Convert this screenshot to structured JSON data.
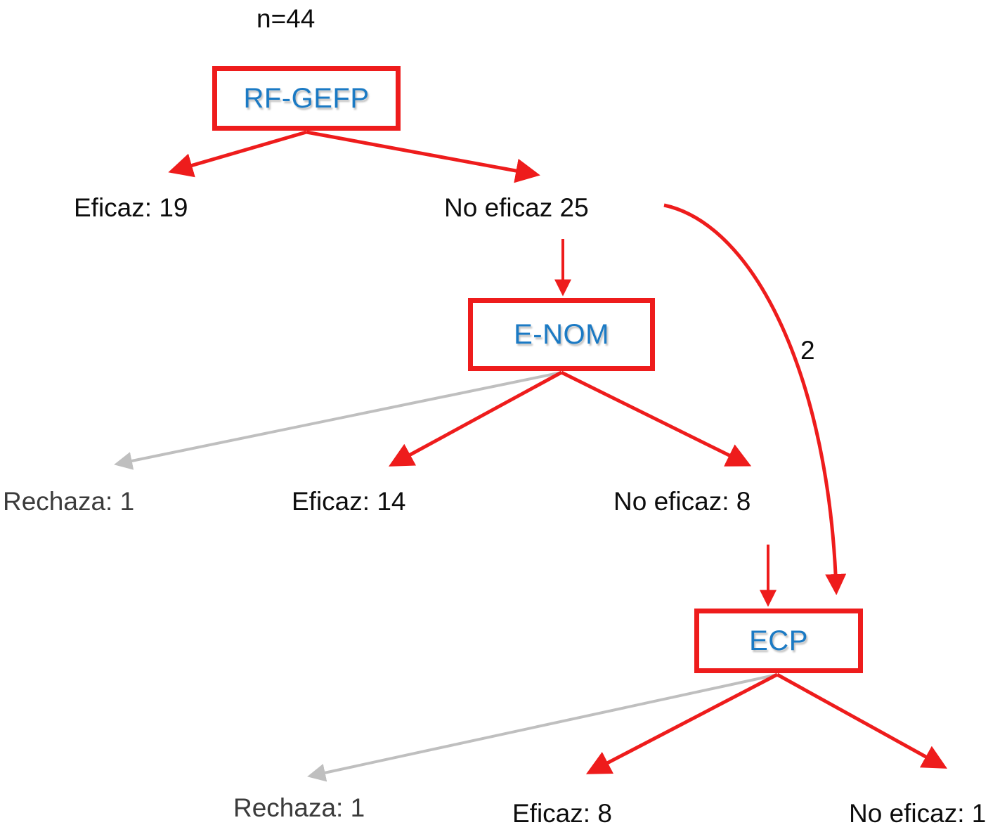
{
  "diagram": {
    "type": "flowchart",
    "title_note": "n=44",
    "colors": {
      "edge_primary": "#EE1C1C",
      "edge_secondary": "#BFBFBF",
      "node_border": "#EE1C1C",
      "node_text": "#1B7AC4",
      "leaf_text": "#0d0d0d",
      "background": "#ffffff"
    },
    "nodes": [
      {
        "id": "rf-gefp",
        "label": "RF-GEFP"
      },
      {
        "id": "e-nom",
        "label": "E-NOM"
      },
      {
        "id": "ecp",
        "label": "ECP"
      }
    ],
    "leaves": [
      {
        "id": "rf-eficaz",
        "label": "Eficaz: 19",
        "tone": "normal"
      },
      {
        "id": "rf-noeficaz",
        "label": "No eficaz 25",
        "tone": "normal"
      },
      {
        "id": "enom-rechaza",
        "label": "Rechaza: 1",
        "tone": "muted"
      },
      {
        "id": "enom-eficaz",
        "label": "Eficaz: 14",
        "tone": "normal"
      },
      {
        "id": "enom-noeficaz",
        "label": "No eficaz: 8",
        "tone": "normal"
      },
      {
        "id": "ecp-rechaza",
        "label": "Rechaza: 1",
        "tone": "muted"
      },
      {
        "id": "ecp-eficaz",
        "label": "Eficaz: 8",
        "tone": "normal"
      },
      {
        "id": "ecp-noeficaz",
        "label": "No eficaz: 1",
        "tone": "normal"
      }
    ],
    "edge_labels": [
      {
        "id": "curved-to-ecp",
        "label": "2"
      }
    ]
  }
}
